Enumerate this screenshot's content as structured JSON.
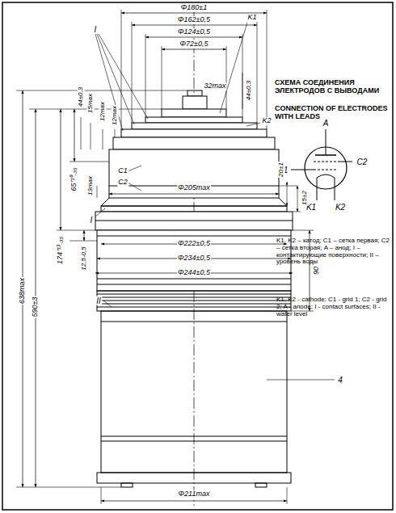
{
  "diagram": {
    "labels": [
      "СХЕМА СОЕДИНЕНИЯ ЭЛЕКТРОДОВ С ВЫВОДАМИ",
      "CONNECTION OF ELECTRODES WITH LEADS",
      "A",
      "C1",
      "C2",
      "K1",
      "K2",
      "K1, K2 – катод; C1 – сетка первая; C2 – сетка вторая; A – анод; I – контактирующие поверхности; II – уровень воды",
      "K1, K2 - cathode; C1 - grid 1; C2 - grid 2; A - anode; I - contact surfaces; II - water level",
      "Φ180±1",
      "Φ162±0,5",
      "Φ124±0,5",
      "Φ72±0,5",
      "32max",
      "K1",
      "K2",
      "C1",
      "C2",
      "I",
      "I",
      "44±0,3",
      "15max",
      "12max",
      "12max",
      "44±0,3",
      "65⁺¹⁰₋₃₅",
      "174⁺¹³₋₃₅",
      "13max",
      "Φ205max",
      "20±1",
      "15±2",
      "12,5-0,5",
      "Φ222±0,5",
      "Φ234±0,5",
      "Φ244±0,5",
      "II",
      "90",
      "4",
      "638max",
      "590±3",
      "Φ211max"
    ]
  }
}
